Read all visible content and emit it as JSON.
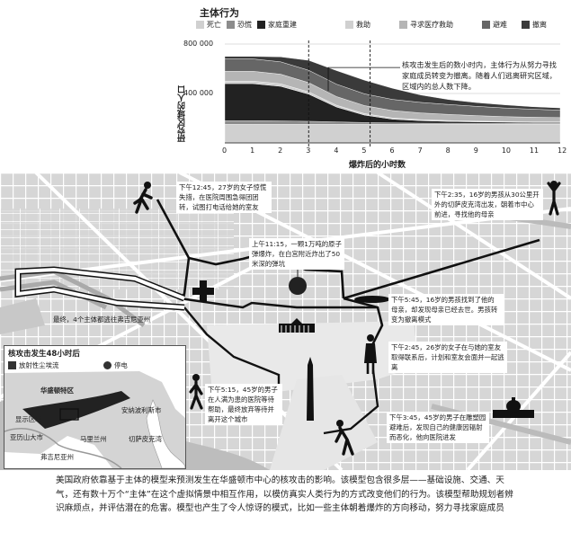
{
  "chart": {
    "title": "主体行为",
    "legend": [
      {
        "label": "死亡",
        "color": "#d0d0d0"
      },
      {
        "label": "恐慌",
        "color": "#8c8c8c"
      },
      {
        "label": "家庭重建",
        "color": "#222222"
      },
      {
        "label": "救助",
        "color": "#d0d0d0"
      },
      {
        "label": "寻求医疗救助",
        "color": "#b5b5b5"
      },
      {
        "label": "避难",
        "color": "#666666"
      },
      {
        "label": "撤离",
        "color": "#3a3a3a"
      }
    ],
    "ylabel": "研究区域的人口",
    "xlabel": "爆炸后的小时数",
    "yticks": [
      "800 000",
      "400 000"
    ],
    "xticks": [
      "0",
      "1",
      "2",
      "3",
      "4",
      "5",
      "6",
      "7",
      "8",
      "9",
      "10",
      "11",
      "12"
    ],
    "note": "核攻击发生后的数小时内，主体行为从努力寻找家庭成员转变为撤离。随着人们逃离研究区域，区域内的总人数下降。"
  },
  "chart_data": {
    "type": "area",
    "title": "主体行为",
    "xlabel": "爆炸后的小时数",
    "ylabel": "研究区域的人口",
    "xlim": [
      0,
      12
    ],
    "ylim": [
      0,
      800000
    ],
    "x": [
      0,
      1,
      2,
      3,
      4,
      5,
      6,
      7,
      8,
      9,
      10,
      11,
      12
    ],
    "series": [
      {
        "name": "死亡",
        "values": [
          150000,
          150000,
          150000,
          150000,
          150000,
          150000,
          150000,
          150000,
          150000,
          150000,
          150000,
          150000,
          150000
        ]
      },
      {
        "name": "恐慌",
        "values": [
          30000,
          30000,
          28000,
          25000,
          20000,
          15000,
          12000,
          10000,
          9000,
          8000,
          8000,
          7000,
          7000
        ]
      },
      {
        "name": "家庭重建",
        "values": [
          300000,
          300000,
          280000,
          220000,
          120000,
          60000,
          30000,
          20000,
          15000,
          12000,
          10000,
          8000,
          8000
        ]
      },
      {
        "name": "救助",
        "values": [
          20000,
          20000,
          20000,
          18000,
          15000,
          12000,
          10000,
          8000,
          7000,
          6000,
          5000,
          5000,
          5000
        ]
      },
      {
        "name": "寻求医疗救助",
        "values": [
          80000,
          80000,
          78000,
          75000,
          70000,
          65000,
          60000,
          55000,
          50000,
          45000,
          40000,
          38000,
          35000
        ]
      },
      {
        "name": "避难",
        "values": [
          100000,
          100000,
          100000,
          100000,
          100000,
          95000,
          90000,
          85000,
          80000,
          75000,
          70000,
          65000,
          60000
        ]
      },
      {
        "name": "撤离",
        "values": [
          20000,
          20000,
          40000,
          80000,
          110000,
          110000,
          90000,
          60000,
          40000,
          30000,
          25000,
          20000,
          18000
        ]
      }
    ],
    "annotations": [
      3,
      5.2
    ]
  },
  "map": {
    "callouts": [
      {
        "id": "c1",
        "text": "下午12:45，27岁的女子惊慌失措，在医院周围急得团团转，试图打电话给她的室友"
      },
      {
        "id": "c2",
        "text": "上午11:15，一颗1万吨的原子弹爆炸，在白宫附近炸出了50米深的弹坑"
      },
      {
        "id": "c3",
        "text": "下午2:35，16岁的男孩从30公里开外的切萨皮克湾出发，朝着市中心前进，寻找他的母亲"
      },
      {
        "id": "c4",
        "text": "下午5:45，16岁的男孩找到了他的母亲，却发现母亲已经去世。男孩转变为撤离模式"
      },
      {
        "id": "c5",
        "text": "下午2:45，26岁的女子在与她的室友取得联系后，计划和室友会面并一起逃离"
      },
      {
        "id": "c6",
        "text": "下午3:45，45岁的男子在雕塑园避难后，发现自己的健康因辐射而恶化，他向医院进发"
      },
      {
        "id": "c7",
        "text": "下午5:15，45岁的男子在人满为患的医院等待帮助，最终放弃等待并离开这个城市"
      }
    ],
    "side_label": "最终，4个主体都逃往弗吉尼亚州",
    "inset": {
      "title": "核攻击发生48小时后",
      "legend": [
        {
          "label": "放射性尘埃流",
          "color": "#333333"
        },
        {
          "label": "停电",
          "color": "#333333"
        }
      ],
      "labels": [
        "华盛顿特区",
        "显示区域",
        "安纳波利斯市",
        "亚历山大市",
        "马里兰州",
        "切萨皮克湾",
        "弗吉尼亚州"
      ]
    }
  },
  "caption": "美国政府依靠基于主体的模型来预测发生在华盛顿市中心的核攻击的影响。该模型包含很多层——基础设施、交通、天气，还有数十万个“主体”在这个虚拟情景中相互作用，以模仿真实人类行为的方式改变他们的行为。该模型帮助规划者辨识麻烦点，并评估潜在的危害。模型也产生了令人惊讶的模式，比如一些主体朝着爆炸的方向移动，努力寻找家庭成员"
}
